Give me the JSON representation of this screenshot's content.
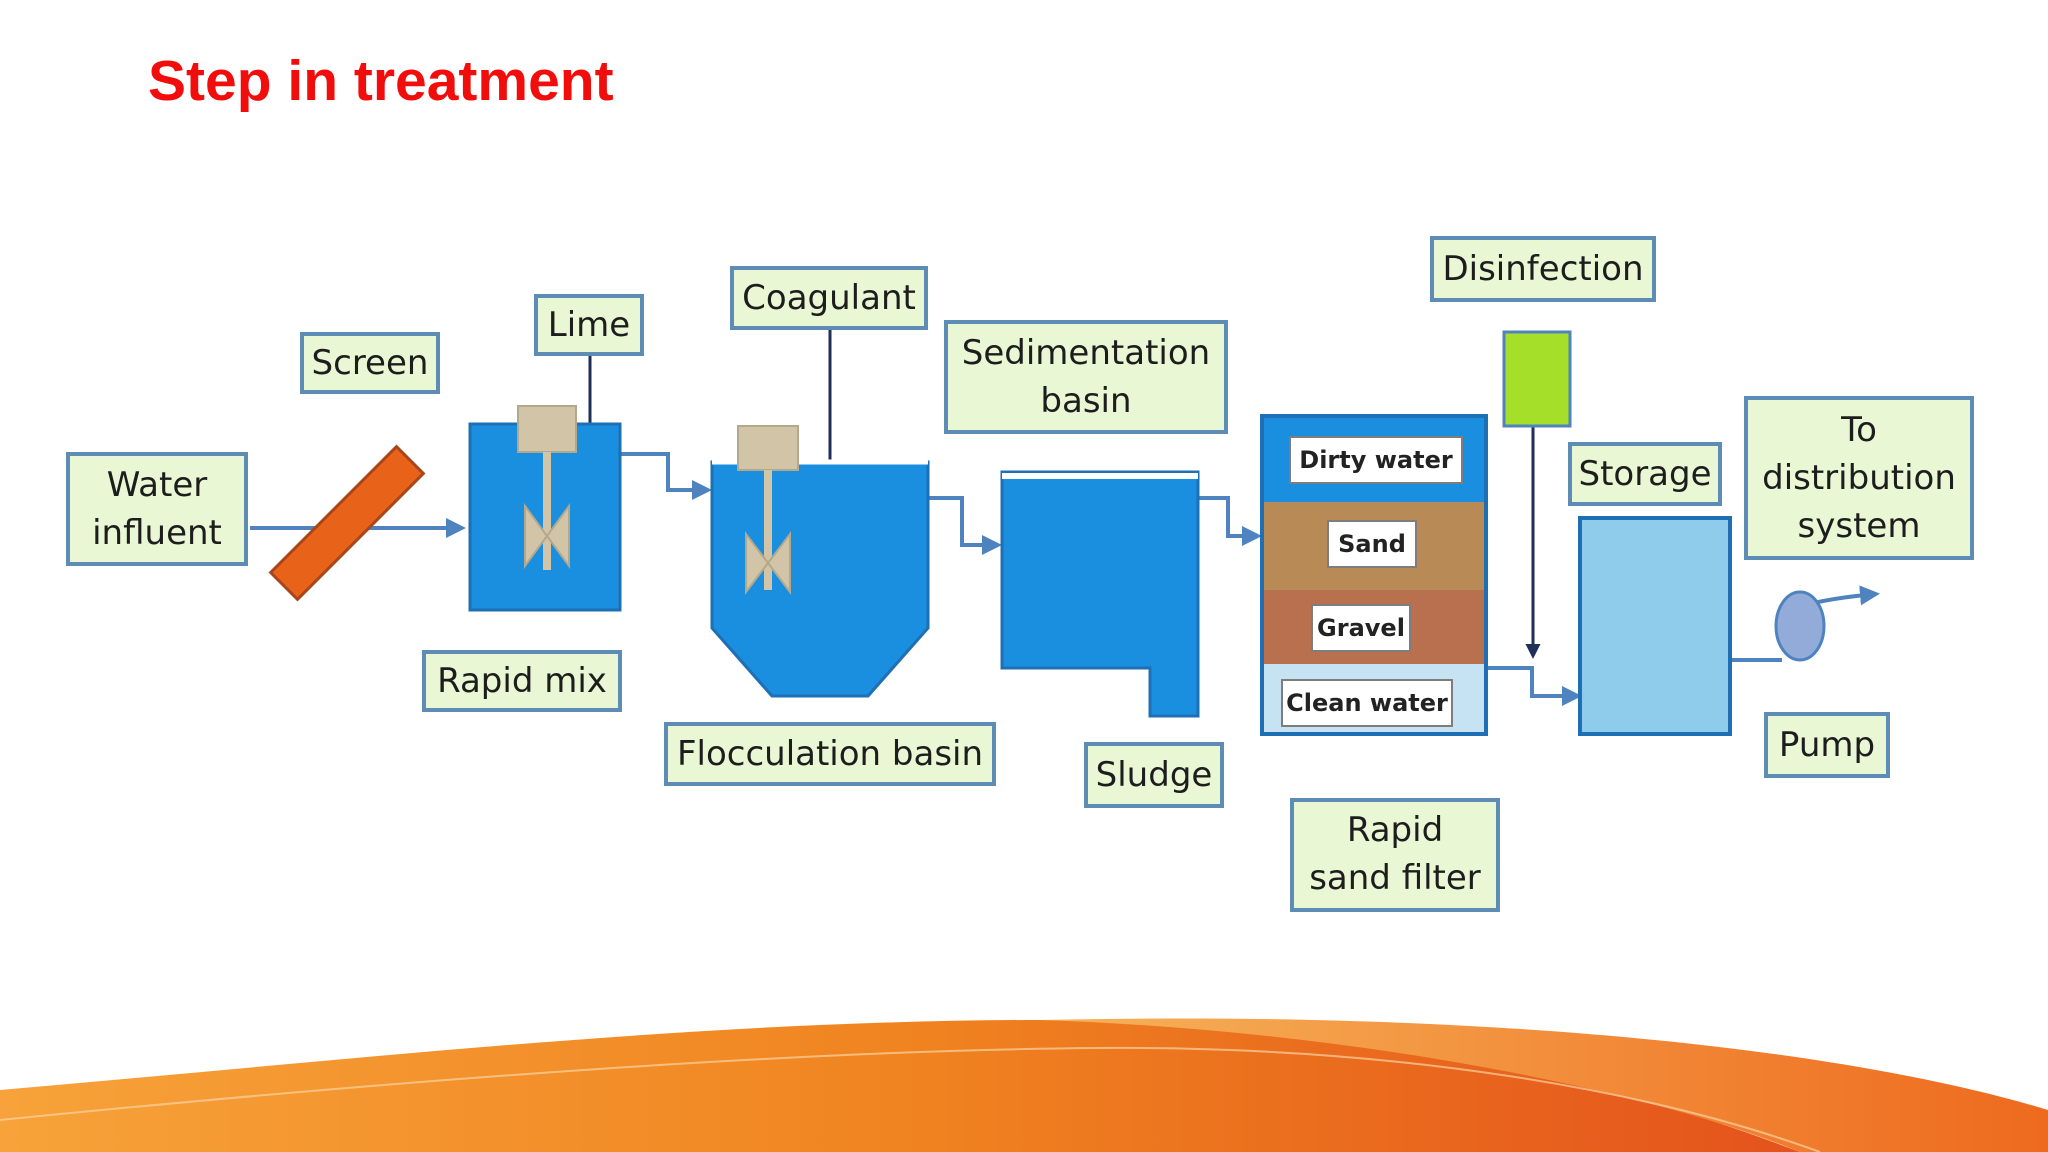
{
  "title": "Step in treatment",
  "labels": {
    "water_influent": [
      "Water",
      "influent"
    ],
    "screen": "Screen",
    "lime": "Lime",
    "rapid_mix": "Rapid mix",
    "coagulant": "Coagulant",
    "flocculation_basin": "Flocculation basin",
    "sedimentation_basin": [
      "Sedimentation",
      "basin"
    ],
    "sludge": "Sludge",
    "disinfection": "Disinfection",
    "rapid_sand_filter": [
      "Rapid",
      "sand filter"
    ],
    "storage": "Storage",
    "to_distribution": [
      "To",
      "distribution",
      "system"
    ],
    "pump": "Pump"
  },
  "filter_layers": {
    "dirty_water": "Dirty water",
    "sand": "Sand",
    "gravel": "Gravel",
    "clean_water": "Clean water"
  },
  "colors": {
    "title": "#f20d0d",
    "water": "#1a8fe0",
    "label_fill": "#e9f7d4",
    "label_border": "#5d8db5",
    "screen": "#e8621a",
    "disinfectant": "#a6df2a",
    "storage": "#8fcbea",
    "sand": "#b88a55",
    "gravel": "#b9704f",
    "clean_water": "#c5e3f3"
  }
}
